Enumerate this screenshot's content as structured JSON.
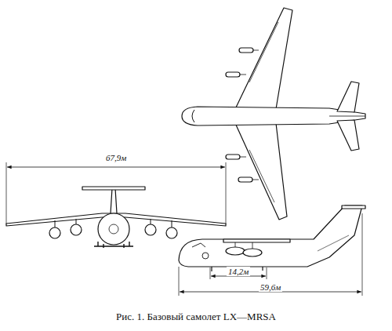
{
  "diagram": {
    "caption": "Рис. 1. Базовый самолет LX—MRSA",
    "labels": [
      "67,9м",
      "14,2м",
      "59,6м"
    ]
  }
}
